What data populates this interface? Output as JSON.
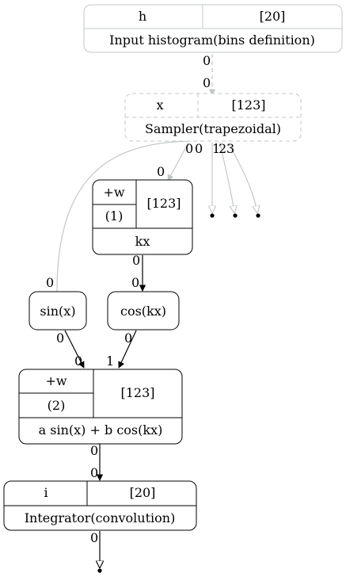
{
  "colors": {
    "node_stroke": "#000000",
    "grey_stroke": "#c0c8c4",
    "edge_black": "#000000",
    "edge_grey": "#c0c8c4"
  },
  "nodes": {
    "histogram": {
      "name": "h",
      "shape": "[20]",
      "title": "Input histogram(bins definition)"
    },
    "sampler": {
      "name": "x",
      "shape": "[123]",
      "title": "Sampler(trapezoidal)"
    },
    "kx": {
      "flag": "+w",
      "index": "(1)",
      "shape": "[123]",
      "title": "kx"
    },
    "sin": {
      "title": "sin(x)"
    },
    "cos": {
      "title": "cos(kx)"
    },
    "sum": {
      "flag": "+w",
      "index": "(2)",
      "shape": "[123]",
      "title": "a sin(x) + b cos(kx)"
    },
    "integrator": {
      "name": "i",
      "shape": "[20]",
      "title": "Integrator(convolution)"
    }
  },
  "ports": {
    "hist_out": "0",
    "sampler_in": "0",
    "sampler_out_a": "0",
    "sampler_out_b": "0",
    "sampler_out_c": "1",
    "sampler_out_d": "2",
    "sampler_out_e": "3",
    "kx_in": "0",
    "sin_in": "0",
    "kx_out": "0",
    "cos_in": "0",
    "sin_out": "0",
    "cos_out": "0",
    "sum_in_a": "0",
    "sum_in_b": "1",
    "sum_out": "0",
    "integ_in": "0",
    "integ_out": "0"
  }
}
